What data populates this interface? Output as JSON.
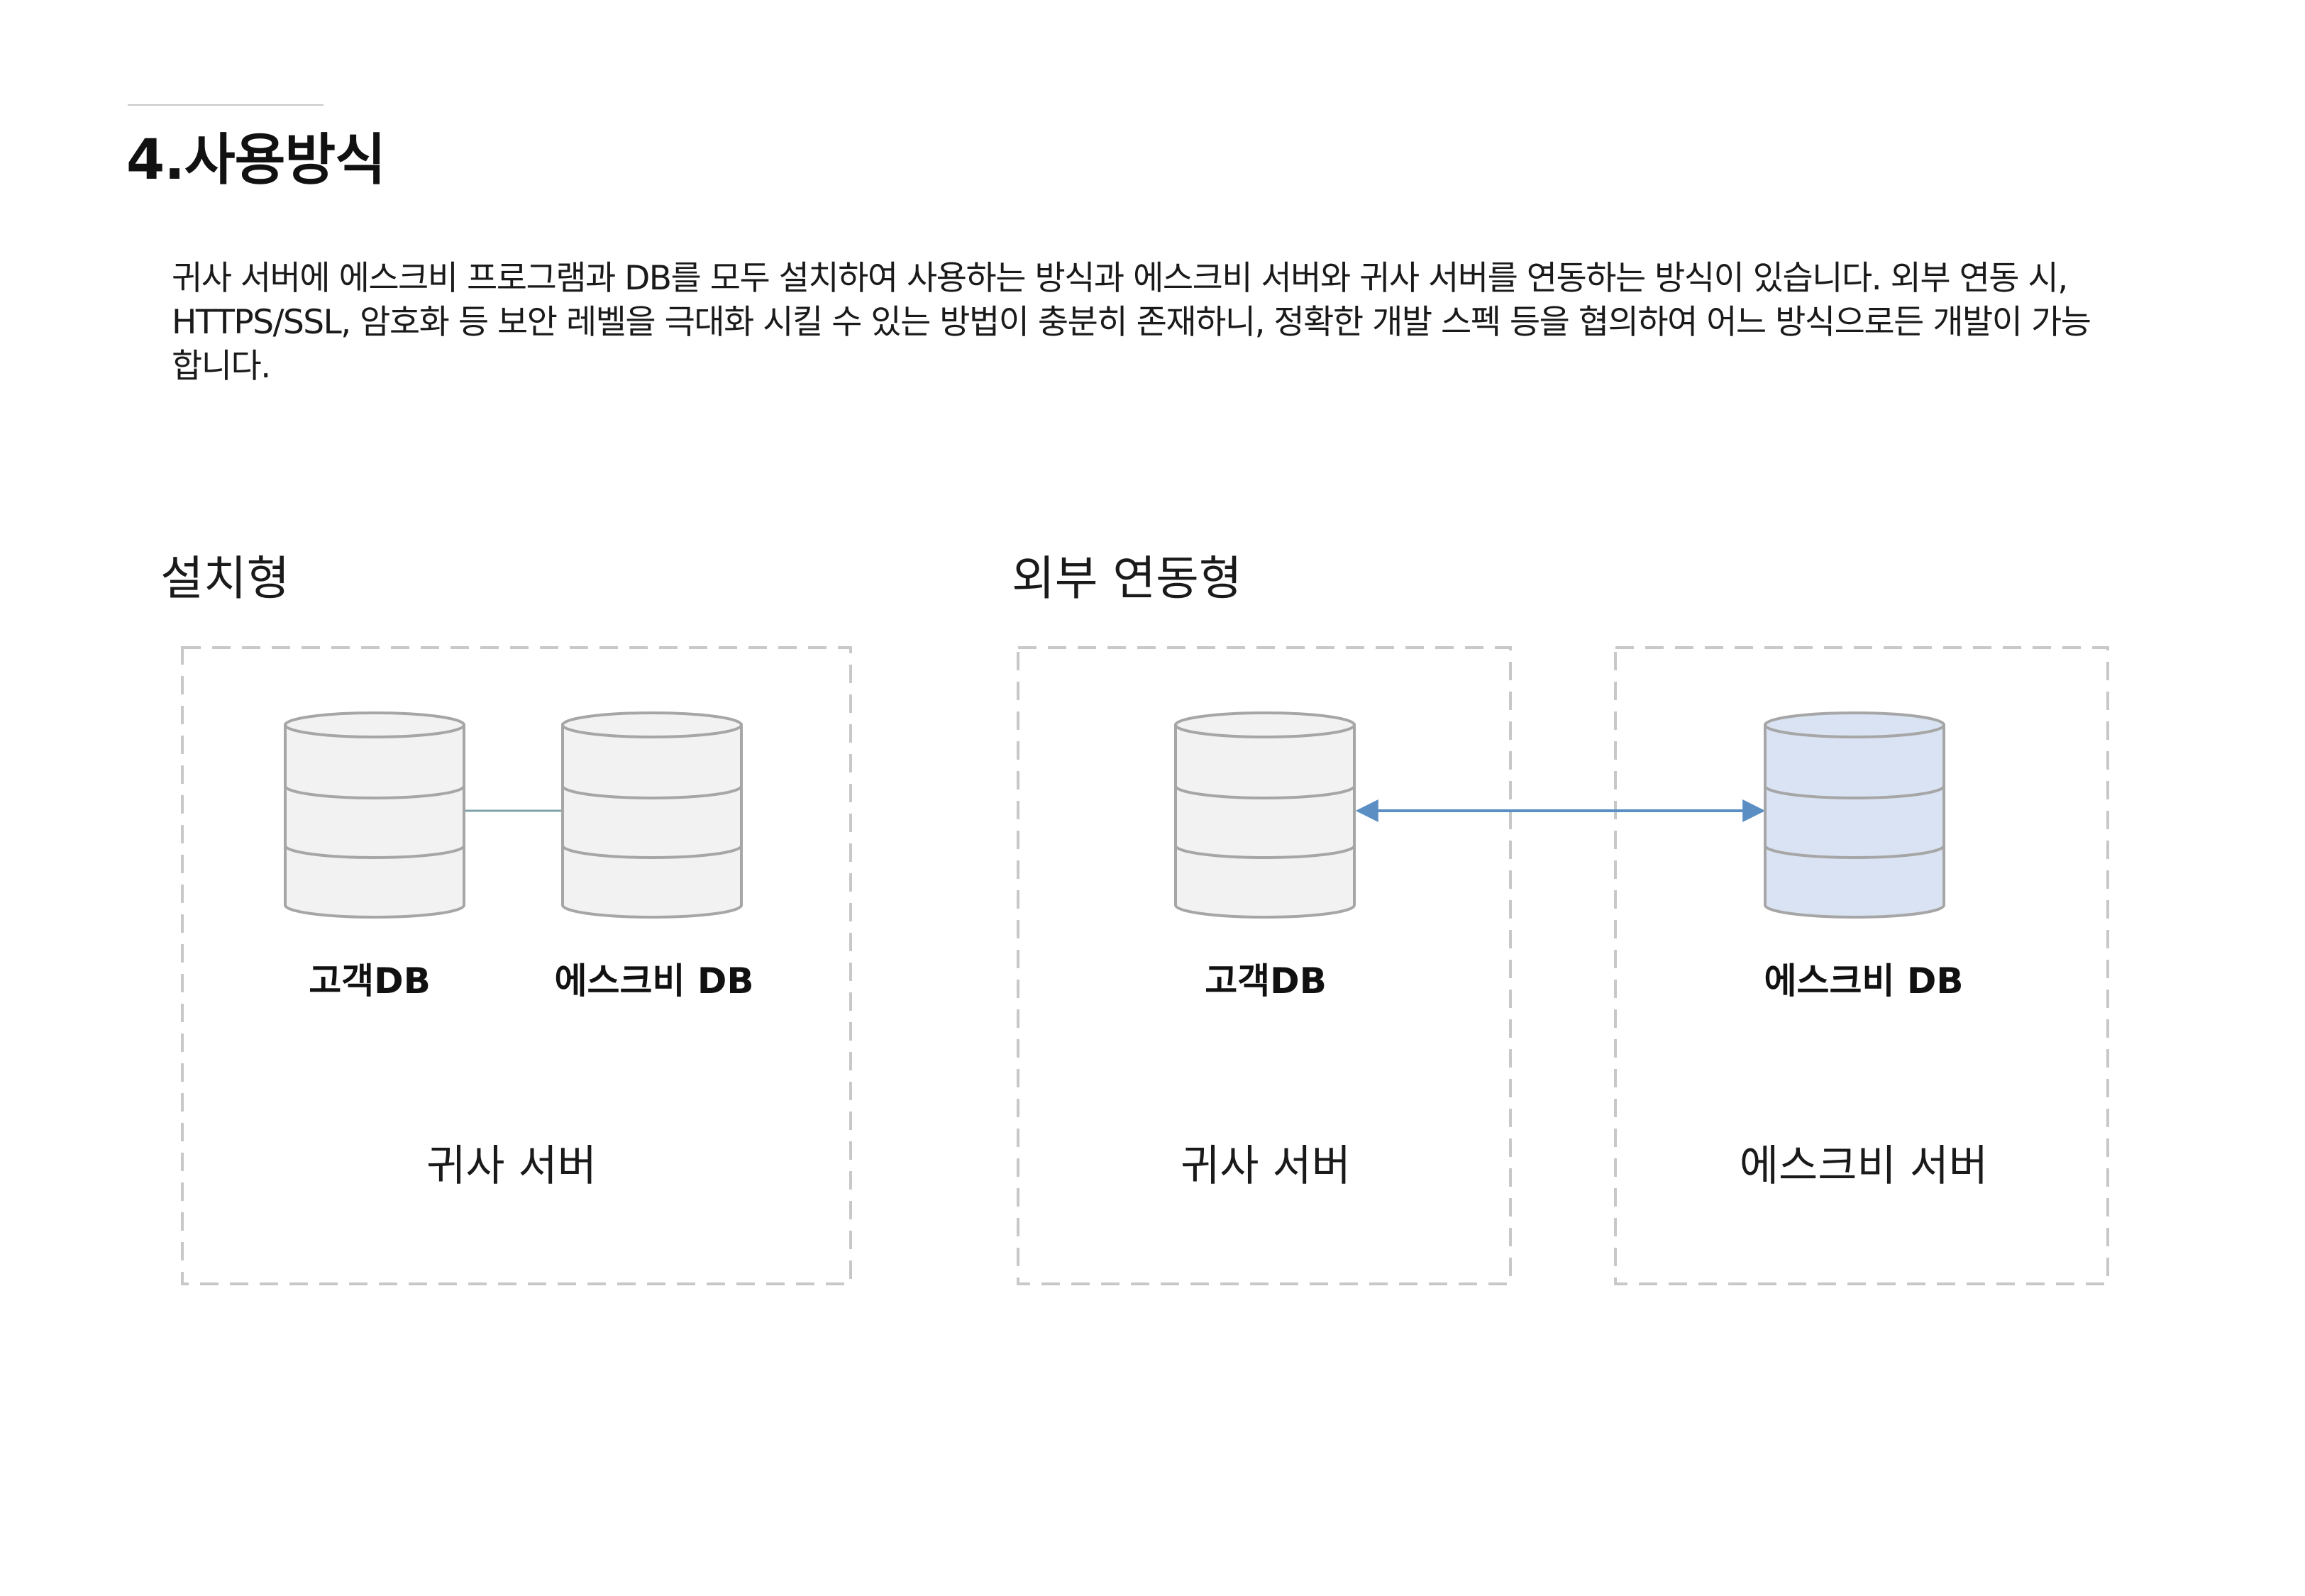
{
  "page": {
    "title": "4.사용방식",
    "intro": "귀사 서버에 에스크비 프로그램과 DB를 모두 설치하여 사용하는 방식과 에스크비 서버와 귀사 서버를 연동하는 방식이 있습니다. 외부 연동 시, HTTPS/SSL, 암호화 등 보안 레벨을 극대화 시킬 수 있는 방법이 충분히 존재하니, 정확한 개발 스펙 등을 협의하여 어느 방식으로든 개발이 가능합니다."
  },
  "colors": {
    "box_border": "#c8c8c8",
    "db_fill_gray": "#f2f2f2",
    "db_fill_blue": "#dae3f3",
    "db_stroke": "#a6a6a6",
    "connector_plain": "#7fa3a8",
    "connector_arrow": "#5b8fc4"
  },
  "sections": {
    "installed": {
      "label": "설치형",
      "server_label": "귀사 서버",
      "databases": [
        {
          "label": "고객DB",
          "style": "gray"
        },
        {
          "label": "에스크비 DB",
          "style": "gray"
        }
      ],
      "connector": "plain line"
    },
    "external": {
      "label": "외부 연동형",
      "servers": [
        {
          "server_label": "귀사 서버",
          "db_label": "고객DB",
          "style": "gray"
        },
        {
          "server_label": "에스크비 서버",
          "db_label": "에스크비 DB",
          "style": "blue"
        }
      ],
      "connector": "bidirectional arrow"
    }
  }
}
